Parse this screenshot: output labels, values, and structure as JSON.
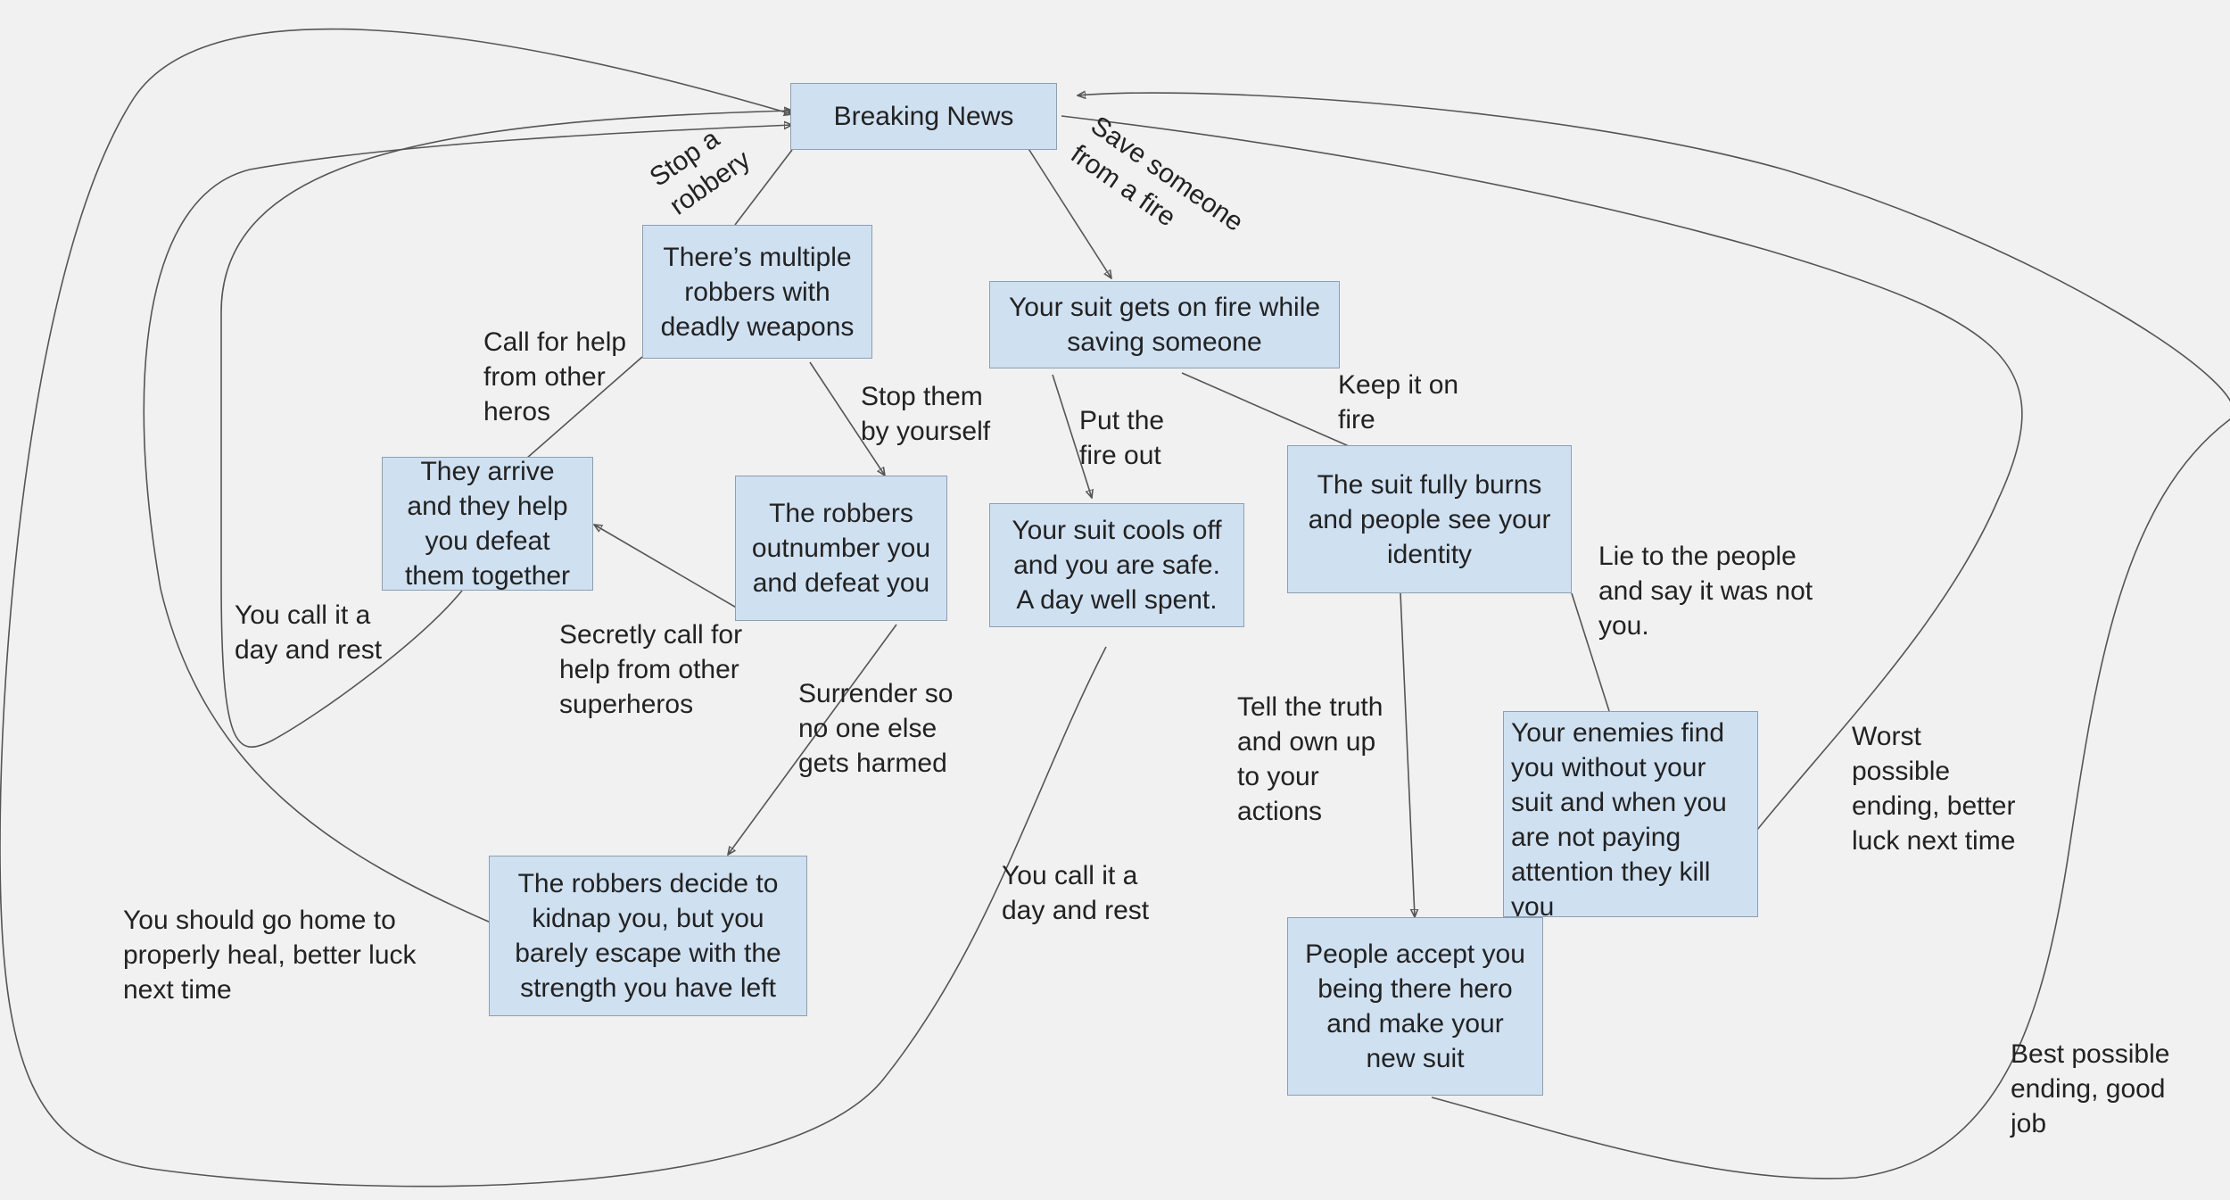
{
  "nodes": {
    "breaking_news": "Breaking News",
    "multiple_robbers": "There’s multiple\nrobbers with\ndeadly weapons",
    "suit_on_fire": "Your suit gets on fire while\nsaving someone",
    "heroes_arrive": "They arrive\nand they help\nyou defeat\nthem together",
    "robbers_outnumber": "The robbers\noutnumber you\nand defeat you",
    "suit_cools": "Your suit cools off\nand you are safe.\nA day well spent.",
    "suit_burns": "The suit fully burns\nand people see your\nidentity",
    "kidnap": "The robbers decide to\nkidnap you, but you\nbarely escape with the\nstrength you have left",
    "enemies_find": "Your enemies find\nyou without your\nsuit and when you\nare not paying\nattention they kill\nyou",
    "people_accept": "People accept you\nbeing there hero\nand make your\nnew suit"
  },
  "labels": {
    "stop_robbery": "Stop a\nrobbery",
    "save_fire": "Save someone\nfrom a fire",
    "call_help": "Call for help\nfrom other\nheros",
    "stop_yourself": "Stop them\nby yourself",
    "put_out": "Put the\nfire out",
    "keep_on": "Keep it on\nfire",
    "call_day_1": "You call it a\nday and rest",
    "secretly_call": "Secretly call for\nhelp from other\nsuperheros",
    "surrender": "Surrender so\nno one else\ngets harmed",
    "lie": "Lie to the people\nand say it was not\nyou.",
    "tell_truth": "Tell the truth\nand own up\nto your\nactions",
    "worst": "Worst\npossible\nending, better\nluck next time",
    "call_day_2": "You call it a\nday and rest",
    "go_home": "You should go home to\nproperly heal, better luck\nnext time",
    "best": "Best possible\nending, good\njob"
  },
  "colors": {
    "node_fill": "#cfe0f1",
    "node_border": "#8c9fb3",
    "line": "#555555",
    "background": "#f1f1f1"
  }
}
